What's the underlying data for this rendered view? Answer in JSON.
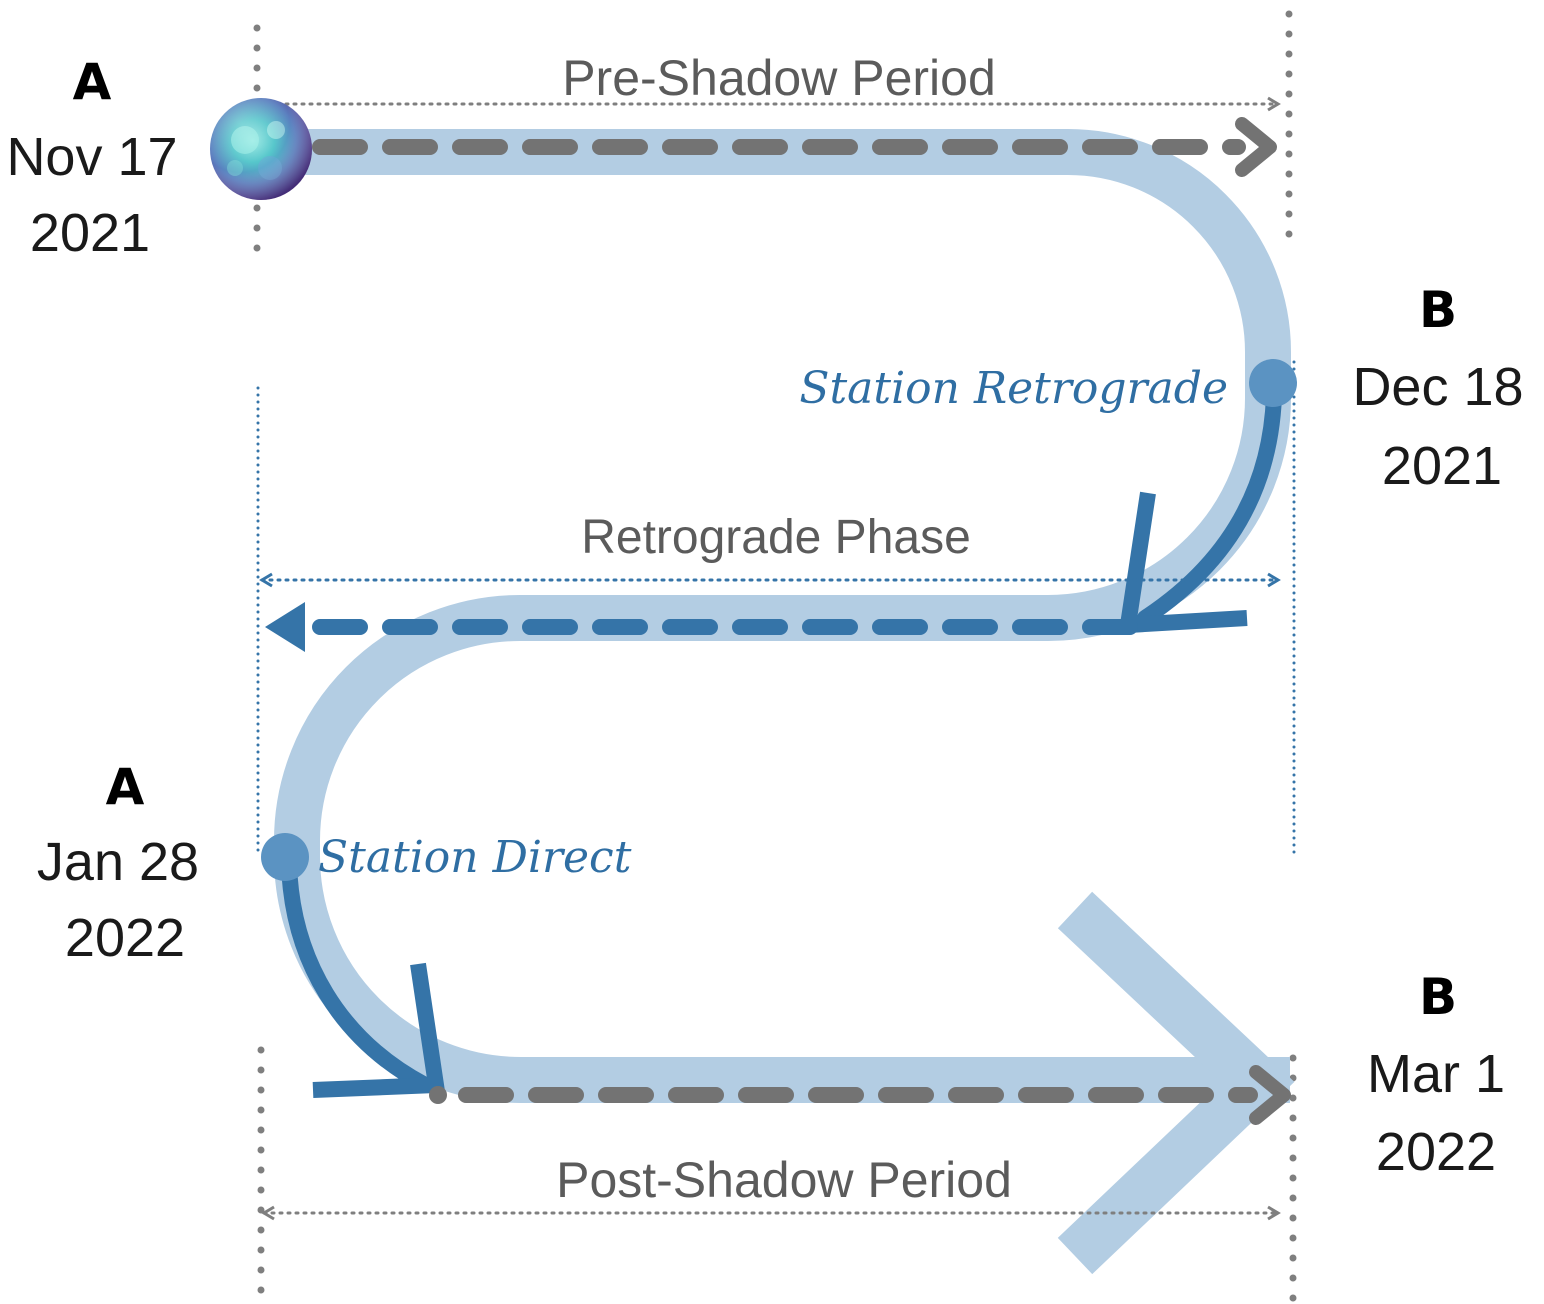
{
  "milestones": {
    "start": {
      "letter": "A",
      "date_line1": "Nov 17",
      "date_line2": "2021"
    },
    "station_retrograde": {
      "letter": "B",
      "date_line1": "Dec 18",
      "date_line2": "2021"
    },
    "station_direct": {
      "letter": "A",
      "date_line1": "Jan 28",
      "date_line2": "2022"
    },
    "end": {
      "letter": "B",
      "date_line1": "Mar 1",
      "date_line2": "2022"
    }
  },
  "periods": {
    "pre_shadow": "Pre-Shadow Period",
    "retrograde": "Retrograde Phase",
    "post_shadow": "Post-Shadow Period"
  },
  "stations": {
    "retrograde": "Station Retrograde",
    "direct": "Station Direct"
  },
  "colors": {
    "path_light": "#b3cde3",
    "path_dark": "#3574a8",
    "station_dot": "#5b93c2",
    "gray_arrow": "#737373",
    "gray_dots": "#7f7f7f",
    "blue_dots": "#3574a8",
    "station_text": "#2f6ea3"
  }
}
